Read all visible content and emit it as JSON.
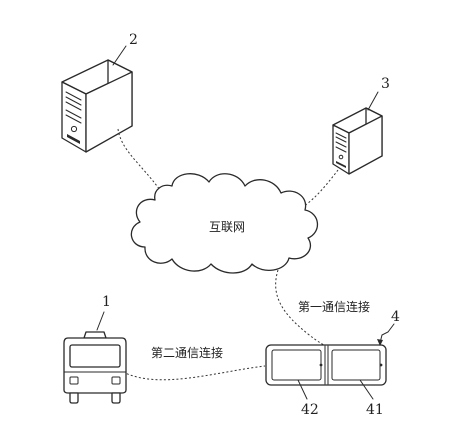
{
  "labels": {
    "server_1": "2",
    "server_2": "3",
    "network": "互联网",
    "vehicle": "1",
    "terminal": "4",
    "screen_left": "42",
    "screen_right": "41",
    "first_connection": "第一通信连接",
    "second_connection": "第二通信连接"
  }
}
